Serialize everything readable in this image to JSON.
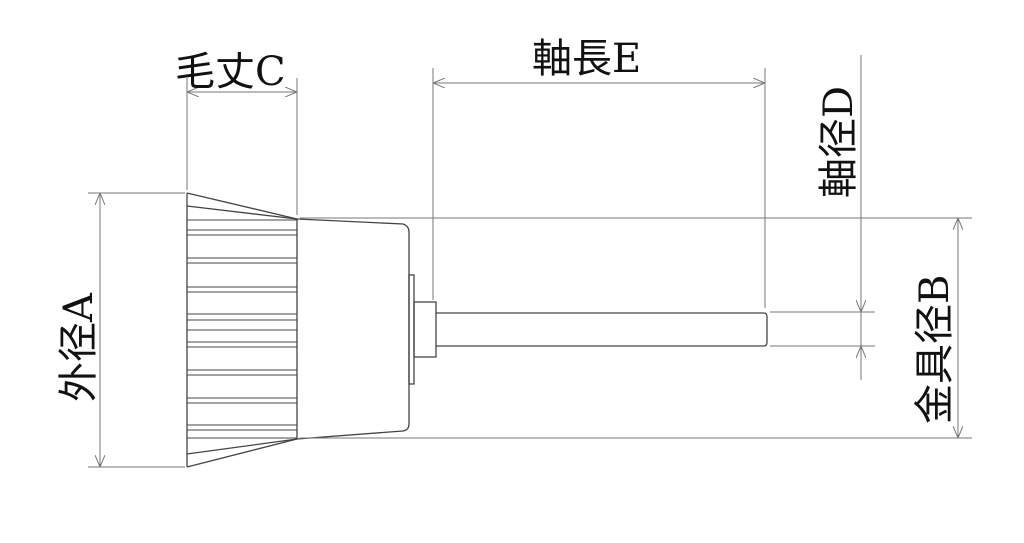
{
  "labels": {
    "bristle_length": "毛丈C",
    "shaft_length": "軸長E",
    "shaft_diameter": "軸径D",
    "outer_diameter": "外径A",
    "fitting_diameter": "金具径B"
  }
}
